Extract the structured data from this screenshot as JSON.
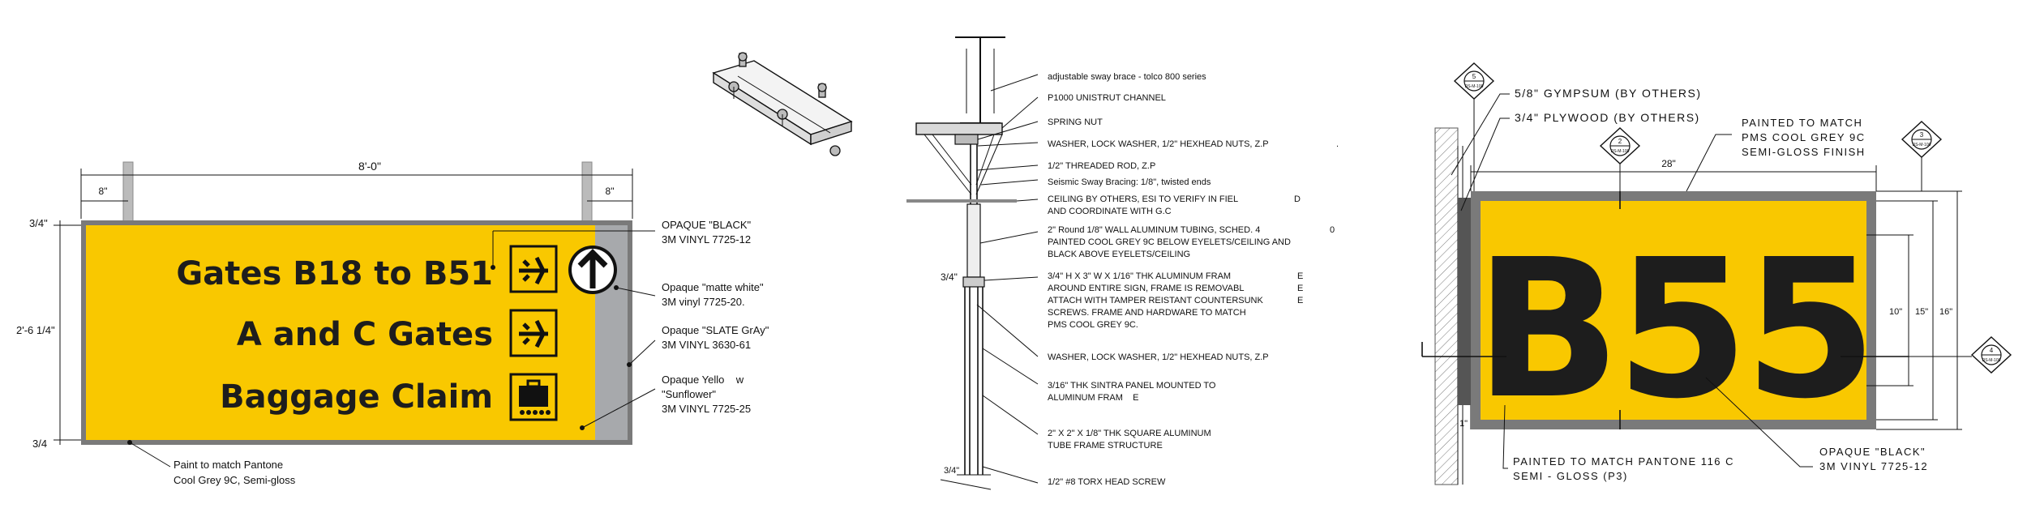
{
  "colors": {
    "sign_yellow": "#f9c800",
    "frame_grey": "#7a7a7a",
    "slate_grey": "#a7a9ac",
    "black": "#111111",
    "white": "#ffffff"
  },
  "elevation": {
    "dims": {
      "overall_width": "8'-0\"",
      "post_offset_left": "8\"",
      "post_offset_right": "8\"",
      "top": "3/4\"",
      "height": "2'-6 1/4\"",
      "bottom": "3/4"
    },
    "messages": [
      "Gates B18 to B51",
      "A and C Gates",
      "Baggage Claim"
    ],
    "icons": [
      "airplane-icon",
      "airplane-icon",
      "baggage-icon",
      "up-arrow-icon"
    ],
    "callouts": {
      "black_vinyl": [
        "OPAQUE \"BLACK\"",
        "3M VINYL 7725-12"
      ],
      "white_vinyl": [
        "Opaque \"matte white\"",
        "3M vinyl 7725-20."
      ],
      "slate_vinyl": [
        "Opaque \"SLATE GrAy\"",
        "3M VINYL 3630-61"
      ],
      "yellow_vinyl": [
        "Opaque Yello    w",
        "\"Sunflower\"",
        "3M VINYL 7725-25"
      ],
      "paint": [
        "Paint to match Pantone",
        "Cool Grey 9C, Semi-gloss"
      ]
    }
  },
  "section": {
    "dims": {
      "frame": "3/4\"",
      "bottom": "3/4\""
    },
    "notes": [
      "adjustable sway brace - tolco 800 series",
      "P1000 UNISTRUT CHANNEL",
      "SPRING NUT",
      "WASHER, LOCK WASHER, 1/2\" HEXHEAD NUTS, Z.P",
      "1/2\"  THREADED ROD, Z.P",
      "Seismic Sway Bracing: 1/8\", twisted ends",
      "CEILING BY OTHERS, ESI TO VERIFY IN FIEL",
      "AND COORDINATE WITH G.C",
      "2\" Round 1/8\" WALL ALUMINUM TUBING, SCHED. 4",
      "PAINTED COOL GREY 9C BELOW EYELETS/CEILING AND",
      "BLACK ABOVE EYELETS/CEILING",
      "3/4\" H X 3\" W X 1/16\" THK ALUMINUM FRAM",
      "AROUND ENTIRE SIGN, FRAME IS REMOVABL",
      "ATTACH WITH TAMPER REISTANT COUNTERSUNK",
      "SCREWS. FRAME AND HARDWARE TO MATCH",
      "PMS COOL GREY 9C.",
      "WASHER, LOCK WASHER, 1/2\" HEXHEAD NUTS, Z.P",
      "3/16\" THK SINTRA PANEL MOUNTED TO",
      "ALUMINUM FRAM    E",
      "2\" X 2\" X 1/8\" THK SQUARE ALUMINUM",
      "TUBE FRAME STRUCTURE",
      "1/2\"  #8 TORX HEAD SCREW"
    ],
    "stray": [
      "D",
      "0",
      "E",
      "E",
      "E",
      "."
    ]
  },
  "gate_sign": {
    "text": "B55",
    "dims": {
      "width": "28\"",
      "h_inner": "10\"",
      "h_mid": "15\"",
      "h_outer": "16\"",
      "bottom": "1\""
    },
    "callouts": {
      "gypsum": "5/8\" GYMPSUM (BY OTHERS)",
      "plywood": "3/4\" PLYWOOD (BY OTHERS)",
      "paint_grey": [
        "PAINTED TO MATCH",
        "PMS COOL GREY 9C",
        "SEMI-GLOSS FINISH"
      ],
      "paint_yellow": [
        "PAINTED TO MATCH PANTONE 116 C",
        "SEMI - GLOSS (P3)"
      ],
      "black_vinyl": [
        "OPAQUE \"BLACK\"",
        "3M VINYL 7725-12"
      ]
    },
    "detail_tags": [
      {
        "num": "5",
        "sheet": "DS-M-100"
      },
      {
        "num": "2",
        "sheet": "DS-M-100"
      },
      {
        "num": "3",
        "sheet": "DS-M-100"
      },
      {
        "num": "4",
        "sheet": "DS-M-100"
      }
    ]
  }
}
